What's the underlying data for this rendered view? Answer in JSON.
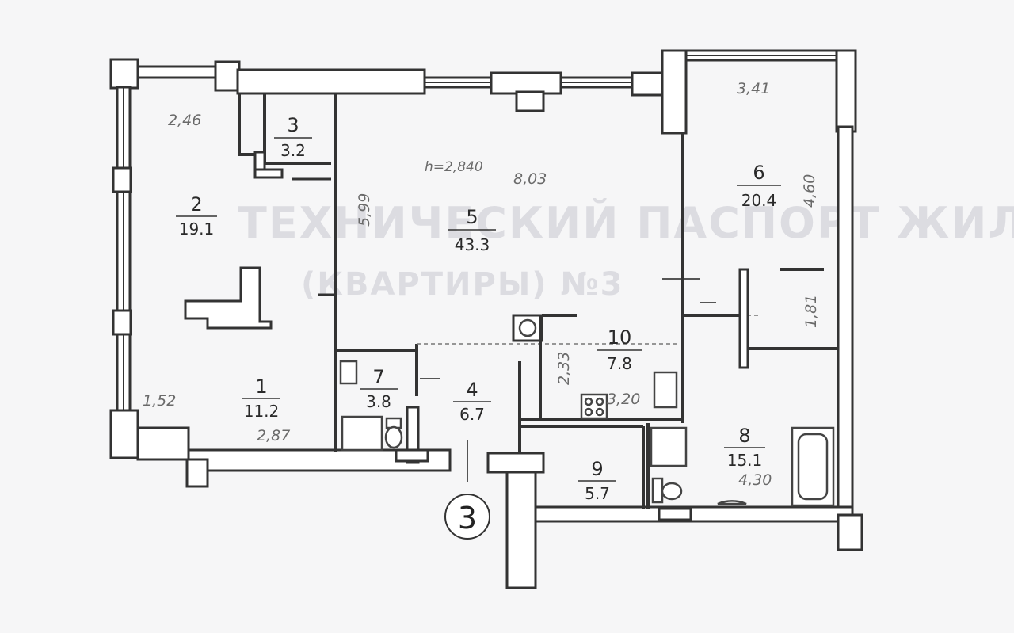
{
  "colors": {
    "paper": "#f6f6f7",
    "ink": "#333333",
    "dim": "#6a6a6a",
    "watermark": "#c8c8d0"
  },
  "rooms": [
    {
      "id": "1",
      "number": "1",
      "area": "11.2"
    },
    {
      "id": "2",
      "number": "2",
      "area": "19.1"
    },
    {
      "id": "3",
      "number": "3",
      "area": "3.2"
    },
    {
      "id": "4",
      "number": "4",
      "area": "6.7"
    },
    {
      "id": "5",
      "number": "5",
      "area": "43.3"
    },
    {
      "id": "6",
      "number": "6",
      "area": "20.4"
    },
    {
      "id": "7",
      "number": "7",
      "area": "3.8"
    },
    {
      "id": "8",
      "number": "8",
      "area": "15.1"
    },
    {
      "id": "9",
      "number": "9",
      "area": "5.7"
    },
    {
      "id": "10",
      "number": "10",
      "area": "7.8"
    }
  ],
  "dimensions": {
    "d246": "2,46",
    "d152": "1,52",
    "d287": "2,87",
    "d599": "5,99",
    "h": "h=2,840",
    "d803": "8,03",
    "d341": "3,41",
    "d460": "4,60",
    "d181": "1,81",
    "d233": "2,33",
    "d320": "3,20",
    "d430": "4,30"
  },
  "watermark": {
    "line1": "ТЕХНИЧЕСКИЙ ПАСПОРТ ЖИЛОГО ПОМЕЩЕНИЯ",
    "line2": "(КВАРТИРЫ) №3"
  },
  "apartment_marker": "3"
}
